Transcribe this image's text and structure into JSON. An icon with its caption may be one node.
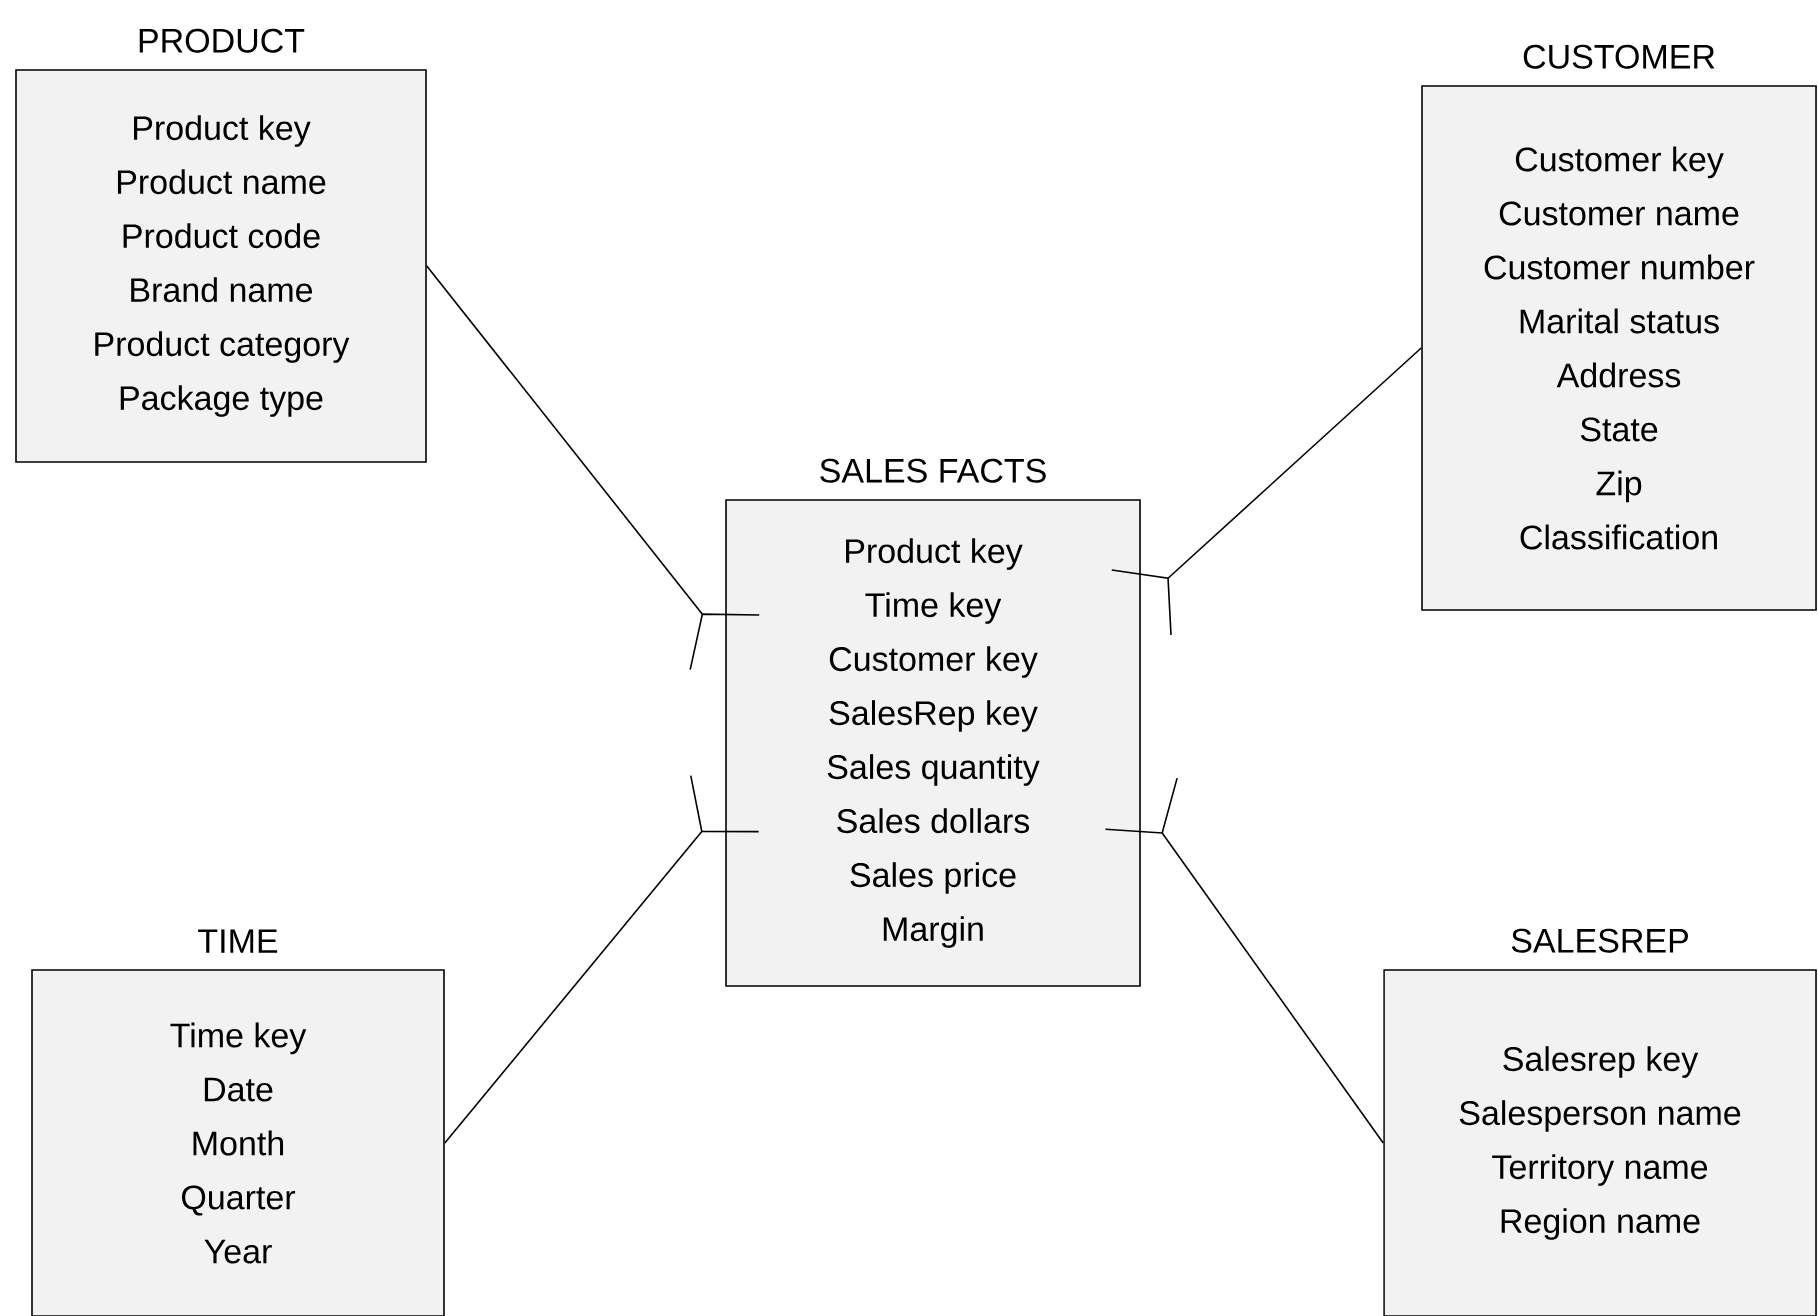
{
  "diagram": {
    "nodes": [
      {
        "text": [
          "PRODUCT",
          "Product key",
          "Product name",
          "Product code",
          "Brand name",
          "Product category",
          "Package type"
        ]
      },
      {
        "text": [
          "CUSTOMER",
          "Customer key",
          "Customer name",
          "Customer number",
          "Marital status",
          "Address",
          "State",
          "Zip",
          "Classification"
        ]
      },
      {
        "text": [
          "SALES FACTS",
          "Product key",
          "Time key",
          "Customer key",
          "SalesRep key",
          "Sales quantity",
          "Sales dollars",
          "Sales price",
          "Margin"
        ]
      },
      {
        "text": [
          "TIME",
          "Time key",
          "Date",
          "Month",
          "Quarter",
          "Year"
        ]
      },
      {
        "text": [
          "SALESREP",
          "Salesrep key",
          "Salesperson name",
          "Territory name",
          "Region name"
        ]
      }
    ],
    "edges": [
      {
        "from": 0,
        "to": 2,
        "arrow": "other"
      },
      {
        "from": 1,
        "to": 2,
        "arrow": "other"
      },
      {
        "from": 3,
        "to": 2,
        "arrow": "other"
      },
      {
        "from": 4,
        "to": 2,
        "arrow": "other"
      }
    ]
  }
}
